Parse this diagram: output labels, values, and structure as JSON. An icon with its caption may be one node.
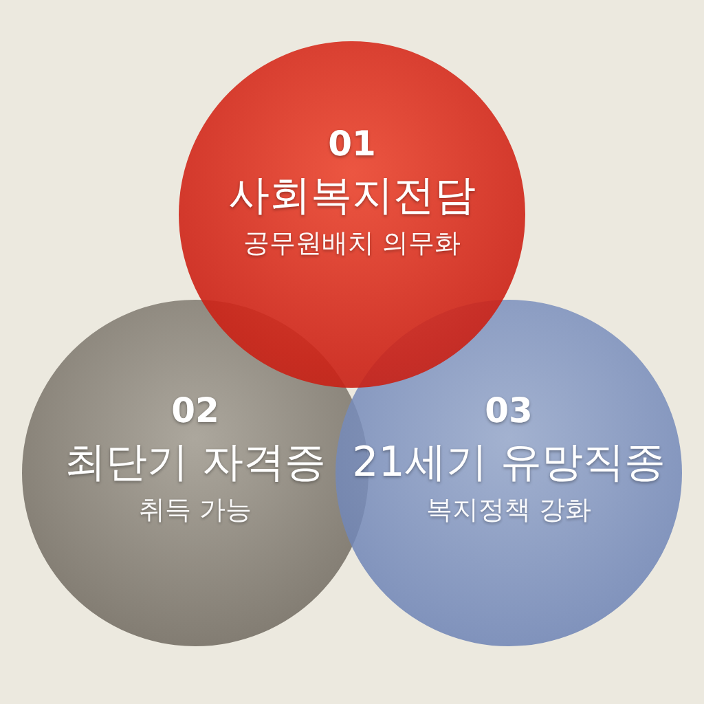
{
  "diagram": {
    "nodes": [
      {
        "text": [
          "01",
          "사회복지전담",
          "공무원배치 의무화"
        ]
      },
      {
        "text": [
          "02",
          "최단기 자격증",
          "취득 가능"
        ]
      },
      {
        "text": [
          "03",
          "21세기 유망직종",
          "복지정책 강화"
        ]
      }
    ]
  }
}
